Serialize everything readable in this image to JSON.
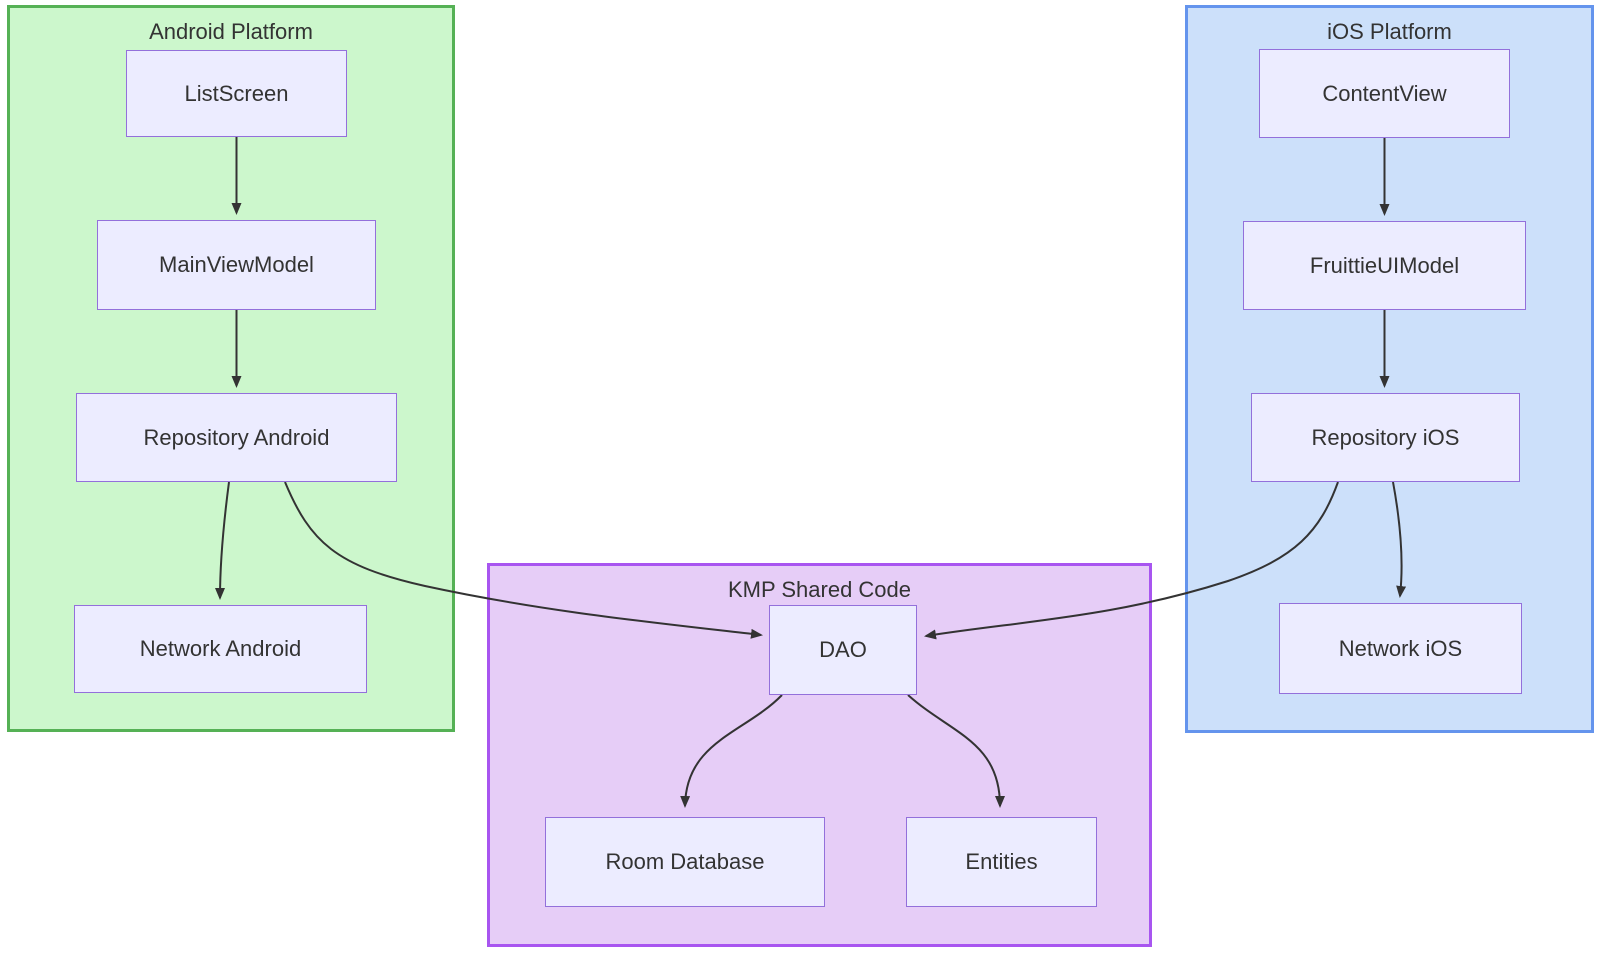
{
  "diagram": {
    "type": "flowchart",
    "description": "Kotlin Multiplatform architecture diagram with Android and iOS platforms sharing KMP code"
  },
  "colors": {
    "android_fill": "#ccf7cc",
    "android_border": "#55b155",
    "ios_fill": "#cce0fa",
    "ios_border": "#6494ed",
    "kmp_fill": "#e6cdf7",
    "kmp_border": "#a855f0",
    "node_fill": "#ececff",
    "node_border": "#9370db",
    "edge": "#333333",
    "text": "#333333"
  },
  "groups": {
    "android": {
      "title": "Android Platform"
    },
    "ios": {
      "title": "iOS Platform"
    },
    "kmp": {
      "title": "KMP Shared Code"
    }
  },
  "nodes": {
    "listscreen": {
      "label": "ListScreen"
    },
    "mainviewmodel": {
      "label": "MainViewModel"
    },
    "repo_android": {
      "label": "Repository Android"
    },
    "network_android": {
      "label": "Network Android"
    },
    "contentview": {
      "label": "ContentView"
    },
    "fruittieuimodel": {
      "label": "FruittieUIModel"
    },
    "repo_ios": {
      "label": "Repository iOS"
    },
    "network_ios": {
      "label": "Network iOS"
    },
    "dao": {
      "label": "DAO"
    },
    "room": {
      "label": "Room Database"
    },
    "entities": {
      "label": "Entities"
    }
  },
  "edges": [
    {
      "from": "ListScreen",
      "to": "MainViewModel"
    },
    {
      "from": "MainViewModel",
      "to": "Repository Android"
    },
    {
      "from": "Repository Android",
      "to": "Network Android"
    },
    {
      "from": "Repository Android",
      "to": "DAO"
    },
    {
      "from": "ContentView",
      "to": "FruittieUIModel"
    },
    {
      "from": "FruittieUIModel",
      "to": "Repository iOS"
    },
    {
      "from": "Repository iOS",
      "to": "Network iOS"
    },
    {
      "from": "Repository iOS",
      "to": "DAO"
    },
    {
      "from": "DAO",
      "to": "Room Database"
    },
    {
      "from": "DAO",
      "to": "Entities"
    }
  ]
}
